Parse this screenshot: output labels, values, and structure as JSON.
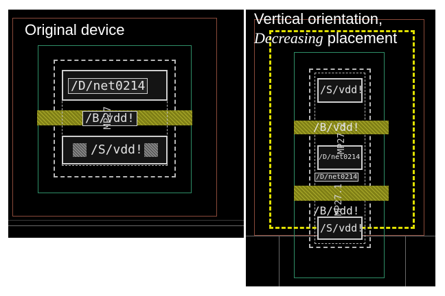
{
  "left_panel": {
    "title": "Original device",
    "drain_label": "/D/net0214",
    "bulk_label": "/B/vdd!",
    "source_label": "/S/vdd!",
    "device_name": "MP27"
  },
  "right_panel": {
    "title_line1": "Vertical orientation,",
    "title_emphasis": "Decreasing",
    "title_rest": " placement",
    "labels": {
      "s_top": "/S/vdd!",
      "b_top": "/B/vdd!",
      "d_1": "/D/net0214",
      "d_2": "/D/net0214",
      "b_bottom": "/B/vdd!",
      "s_bottom": "/S/vdd!"
    },
    "device_name_upper": "MP27.2",
    "device_name_lower": "MP27.1"
  },
  "colors": {
    "background": "#000000",
    "boundary_brown": "#8a4a3a",
    "well_green": "#2f8f68",
    "highlight_yellow": "#e0e000",
    "diffusion": "#d0d0d0"
  }
}
